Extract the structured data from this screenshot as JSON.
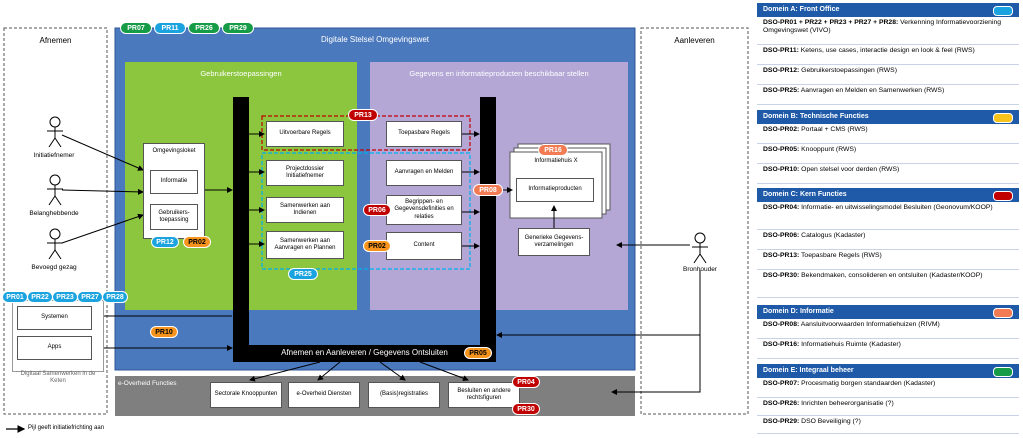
{
  "columns": {
    "left": "Afnemen",
    "right": "Aanleveren"
  },
  "main_title": "Digitale Stelsel Omgevingswet",
  "panel_green": "Gebruikerstoepassingen",
  "panel_purple": "Gegevens en informatieproducten beschikbaar stellen",
  "actors": {
    "a1": "Initiatiefnemer",
    "a2": "Belanghebbende",
    "a3": "Bevoegd gezag",
    "a4": "Bronhouder"
  },
  "nodes": {
    "omgevingsloket": "Omgevingsloket",
    "informatie": "Informatie",
    "gebruikerstoepassing": "Gebruikers-toepassing",
    "uitvoerbare": "Uitvoerbare Regels",
    "projectdossier": "Projectdossier Initiatiefnemer",
    "samenwerken_indienen": "Samenwerken aan Indienen",
    "samenwerken_aanvragen": "Samenwerken aan Aanvragen en Plannen",
    "toepasbare": "Toepasbare Regels",
    "aanvragen_melden": "Aanvragen en Melden",
    "begrippen": "Begrippen- en Gegevensdefinities en relaties",
    "content": "Content",
    "informatiehuis": "Informatiehuis X",
    "informatieproducten": "Informatieproducten",
    "generieke": "Generieke Gegevens-verzamelingen",
    "systemen": "Systemen",
    "apps": "Apps",
    "digitaal_samenwerken": "Digitaal Samenwerken in de Keten"
  },
  "bottom_bar": "Afnemen en Aanleveren / Gegevens Ontsluiten",
  "eoverheid": {
    "title": "e-Overheid Functies",
    "items": [
      "Sectorale Knooppunten",
      "e-Overheid Diensten",
      "(Basis)registraties",
      "Besluiten en andere rechtsfiguren"
    ]
  },
  "footnote": "Pijl geeft initiatiefrichting aan",
  "pills": {
    "top": [
      "PR07",
      "PR11",
      "PR26",
      "PR29"
    ],
    "left_row": [
      "PR01",
      "PR22",
      "PR23",
      "PR27",
      "PR28"
    ],
    "pr12": "PR12",
    "pr02a": "PR02",
    "pr13": "PR13",
    "pr16": "PR16",
    "pr08": "PR08",
    "pr06": "PR06",
    "pr02b": "PR02",
    "pr25": "PR25",
    "pr10": "PR10",
    "pr05": "PR05",
    "pr04": "PR04",
    "pr30": "PR30"
  },
  "legend": {
    "colors": {
      "A": "#1aa3df",
      "B": "#f7c31a",
      "C": "#c00000",
      "D": "#f27b54",
      "E": "#169b46"
    },
    "A": {
      "title": "Domein A: Front Office",
      "items": [
        [
          "DSO-PR01 + PR22 + PR23 + PR27 + PR28:",
          " Verkenning Informatievoorziening Omgevingswet (VIVO)"
        ],
        [
          "DSO-PR11:",
          " Ketens, use cases, interactie design en look & feel (RWS)"
        ],
        [
          "DSO-PR12:",
          " Gebruikerstoepassingen (RWS)"
        ],
        [
          "DSO-PR25:",
          " Aanvragen en Melden en Samenwerken (RWS)"
        ]
      ]
    },
    "B": {
      "title": "Domein B: Technische Functies",
      "items": [
        [
          "DSO-PR02:",
          " Portaal + CMS (RWS)"
        ],
        [
          "DSO-PR05:",
          " Knooppunt (RWS)"
        ],
        [
          "DSO-PR10:",
          " Open stelsel voor derden (RWS)"
        ]
      ]
    },
    "C": {
      "title": "Domein C: Kern Functies",
      "items": [
        [
          "DSO-PR04:",
          " Informatie- en uitwisselingsmodel Besluiten (Geonovum/KOOP)"
        ],
        [
          "DSO-PR06:",
          " Catalogus (Kadaster)"
        ],
        [
          "DSO-PR13:",
          " Toepasbare Regels (RWS)"
        ],
        [
          "DSO-PR30:",
          " Bekendmaken, consolideren en ontsluiten (Kadaster/KOOP)"
        ]
      ]
    },
    "D": {
      "title": "Domein D: Informatie",
      "items": [
        [
          "DSO-PR08:",
          " Aansluitvoorwaarden Informatiehuizen (RIVM)"
        ],
        [
          "DSO-PR16:",
          " Informatiehuis Ruimte (Kadaster)"
        ]
      ]
    },
    "E": {
      "title": "Domein E: Integraal beheer",
      "items": [
        [
          "DSO-PR07:",
          " Procesmatig borgen standaarden (Kadaster)"
        ],
        [
          "DSO-PR26:",
          " Inrichten beheerorganisatie (?)"
        ],
        [
          "DSO-PR29:",
          " DSO Beveiliging (?)"
        ]
      ]
    }
  }
}
